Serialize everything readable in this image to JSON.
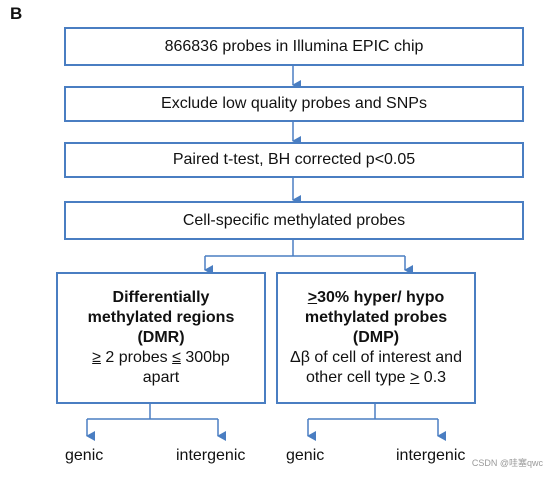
{
  "panel_label": "B",
  "boxes": {
    "step1": "866836 probes in Illumina EPIC chip",
    "step2": "Exclude low quality probes and SNPs",
    "step3": "Paired t-test, BH corrected p<0.05",
    "step4": "Cell-specific methylated probes"
  },
  "dmr": {
    "title1": "Differentially",
    "title2": "methylated regions",
    "title3": "(DMR)",
    "ge": "≥",
    "crit_a": " 2 probes ",
    "le": "≤",
    "crit_b": " 300bp",
    "crit_c": "apart"
  },
  "dmp": {
    "ge": ">",
    "title1_rest": "30% hyper/ hypo",
    "title2": "methylated probes",
    "title3": "(DMP)",
    "crit_a": "Δβ of cell of interest and",
    "crit_b": "other cell type ",
    "ge2": ">",
    "crit_c": " 0.3"
  },
  "leaves": {
    "left_genic": "genic",
    "left_intergenic": "intergenic",
    "right_genic": "genic",
    "right_intergenic": "intergenic"
  },
  "watermark": "CSDN @哇塞qwc",
  "colors": {
    "accent": "#4a7ec2"
  }
}
